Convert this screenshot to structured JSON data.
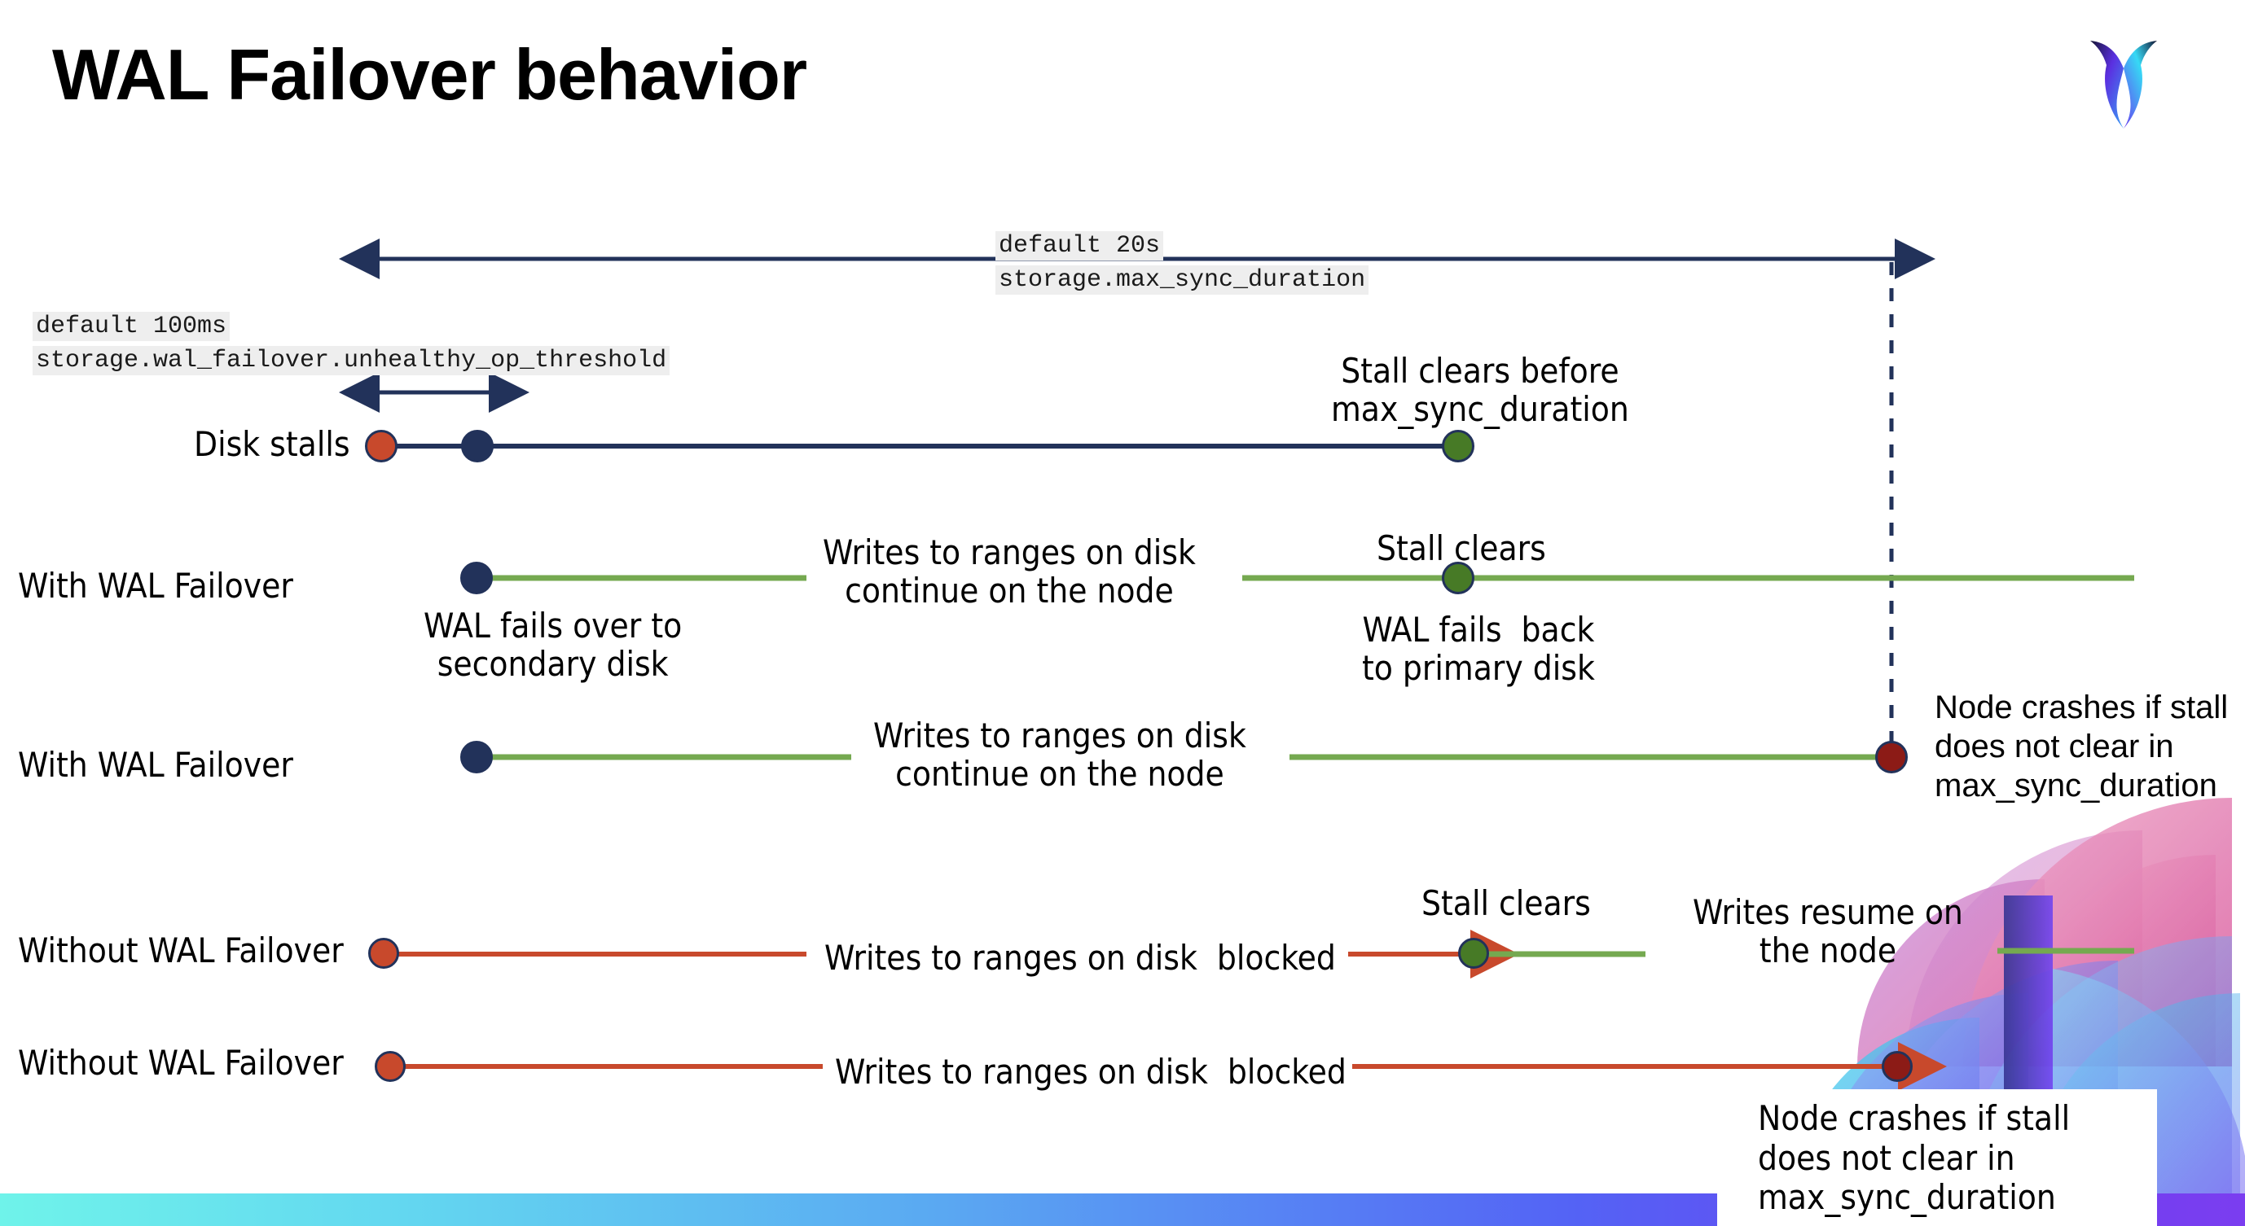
{
  "slide": {
    "title": "WAL Failover behavior",
    "logo_name": "cockroachdb-logo"
  },
  "colors": {
    "navy": "#22325a",
    "orange": "#c8492c",
    "green_line": "#75a950",
    "green_dot": "#477a26",
    "dark_red": "#8c1b16",
    "code_bg": "#eeeeee",
    "bar_start": "#6ff3ea",
    "bar_end": "#7b3df0"
  },
  "annotations": {
    "max_sync": {
      "default": "default 20s",
      "setting": "storage.max_sync_duration"
    },
    "unhealthy_op": {
      "default": "default 100ms",
      "setting": "storage.wal_failover.unhealthy_op_threshold"
    }
  },
  "rows": [
    {
      "name": "disk-stalls",
      "label": "Disk stalls",
      "notes": [
        "Stall clears before\nmax_sync_duration"
      ]
    },
    {
      "name": "with-wal-failover-clears",
      "label": "With WAL Failover",
      "notes": [
        "Writes to ranges on disk\ncontinue on the node",
        "Stall clears",
        "WAL fails over to\nsecondary disk",
        "WAL fails  back\nto primary disk"
      ]
    },
    {
      "name": "with-wal-failover-crash",
      "label": "With WAL Failover",
      "notes": [
        "Writes to ranges on disk\ncontinue on the node",
        "Node crashes if stall\ndoes not clear in\nmax_sync_duration"
      ]
    },
    {
      "name": "without-wal-failover-clears",
      "label": "Without WAL Failover",
      "notes": [
        "Writes to ranges on disk  blocked",
        "Stall clears",
        "Writes resume on\nthe node"
      ]
    },
    {
      "name": "without-wal-failover-crash",
      "label": "Without WAL Failover",
      "notes": [
        "Writes to ranges on disk  blocked",
        "Node crashes if stall\ndoes not clear in\nmax_sync_duration"
      ]
    }
  ],
  "text": {
    "title": "WAL Failover behavior",
    "code_max_sync_default": "default 20s",
    "code_max_sync_setting": "storage.max_sync_duration",
    "code_unhealthy_default": "default 100ms",
    "code_unhealthy_setting": "storage.wal_failover.unhealthy_op_threshold",
    "row1_label": "Disk stalls",
    "row1_note": "Stall clears before\nmax_sync_duration",
    "row2_label": "With WAL Failover",
    "row2_note_writes": "Writes to ranges on disk\ncontinue on the node",
    "row2_note_stall": "Stall clears",
    "row2_note_failover": "WAL fails over to\nsecondary disk",
    "row2_note_failback": "WAL fails  back\nto primary disk",
    "row3_label": "With WAL Failover",
    "row3_note_writes": "Writes to ranges on disk\ncontinue on the node",
    "row3_note_crash": "Node crashes if stall\ndoes not clear in\nmax_sync_duration",
    "row4_label": "Without WAL Failover",
    "row4_note_blocked": "Writes to ranges on disk  blocked",
    "row4_note_stall": "Stall clears",
    "row4_note_resume": "Writes resume on\nthe node",
    "row5_label": "Without WAL Failover",
    "row5_note_blocked": "Writes to ranges on disk  blocked",
    "row5_note_crash": "Node crashes if stall\ndoes not clear in\nmax_sync_duration"
  }
}
